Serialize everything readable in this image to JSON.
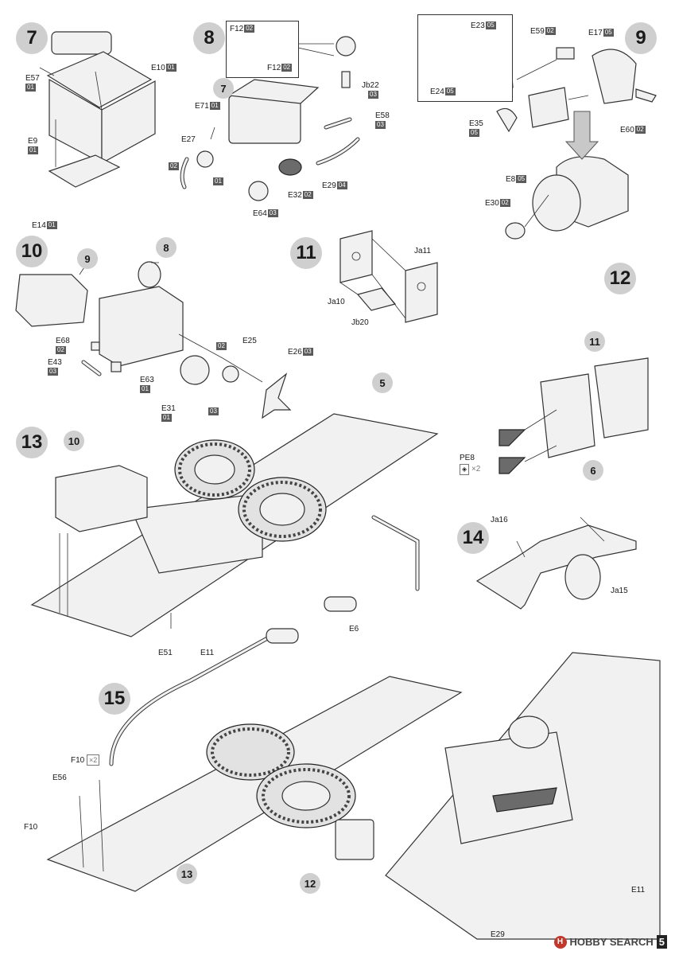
{
  "steps": [
    "7",
    "8",
    "9",
    "10",
    "11",
    "12",
    "13",
    "14",
    "15"
  ],
  "subrefs": {
    "s8_sub7": "7",
    "s10_sub9": "9",
    "s10_sub8": "8",
    "s12_sub11": "11",
    "s12_sub6": "6",
    "s13_sub5": "5",
    "s13_sub10": "10",
    "s15_sub13": "13",
    "s15_sub12": "12"
  },
  "labels": {
    "s7": [
      {
        "part": "E57",
        "badge": "01"
      },
      {
        "part": "E10",
        "badge": "01"
      },
      {
        "part": "E9",
        "badge": "01"
      },
      {
        "part": "E14",
        "badge": "01"
      }
    ],
    "s8": [
      {
        "part": "F12",
        "badge": "02"
      },
      {
        "part": "F12",
        "badge": "02"
      },
      {
        "part": "Jb22",
        "badge": "03"
      },
      {
        "part": "E71",
        "badge": "01"
      },
      {
        "part": "E58",
        "badge": "03"
      },
      {
        "part": "E27",
        "badge": ""
      },
      {
        "part": "",
        "badge": "02"
      },
      {
        "part": "",
        "badge": "01"
      },
      {
        "part": "E29",
        "badge": "04"
      },
      {
        "part": "E32",
        "badge": "02"
      },
      {
        "part": "E64",
        "badge": "03"
      }
    ],
    "s9": [
      {
        "part": "E23",
        "badge": "05"
      },
      {
        "part": "E59",
        "badge": "02"
      },
      {
        "part": "E17",
        "badge": "05"
      },
      {
        "part": "E24",
        "badge": "05"
      },
      {
        "part": "E35",
        "badge": ""
      },
      {
        "part": "",
        "badge": "05"
      },
      {
        "part": "E60",
        "badge": "02"
      },
      {
        "part": "E8",
        "badge": "05"
      },
      {
        "part": "E30",
        "badge": "02"
      }
    ],
    "s10": [
      {
        "part": "E68",
        "badge": ""
      },
      {
        "part": "",
        "badge": "02"
      },
      {
        "part": "E43",
        "badge": ""
      },
      {
        "part": "",
        "badge": "03"
      },
      {
        "part": "E63",
        "badge": ""
      },
      {
        "part": "",
        "badge": "01"
      },
      {
        "part": "E25",
        "badge": ""
      },
      {
        "part": "",
        "badge": "02"
      },
      {
        "part": "E26",
        "badge": "03"
      },
      {
        "part": "E31",
        "badge": ""
      },
      {
        "part": "",
        "badge": "01"
      },
      {
        "part": "",
        "badge": "03"
      }
    ],
    "s11": [
      {
        "part": "Ja11",
        "badge": ""
      },
      {
        "part": "Ja10",
        "badge": ""
      },
      {
        "part": "Jb20",
        "badge": ""
      }
    ],
    "s12": [
      {
        "part": "PE8",
        "badge": ""
      },
      {
        "part": "×2",
        "badge": ""
      }
    ],
    "s13": [
      {
        "part": "E51",
        "badge": ""
      },
      {
        "part": "E11",
        "badge": ""
      },
      {
        "part": "E6",
        "badge": ""
      }
    ],
    "s14": [
      {
        "part": "Ja16",
        "badge": ""
      },
      {
        "part": "Ja15",
        "badge": ""
      }
    ],
    "s15": [
      {
        "part": "F10",
        "badge": ""
      },
      {
        "part": "×2",
        "badge": ""
      },
      {
        "part": "E56",
        "badge": ""
      },
      {
        "part": "F10",
        "badge": ""
      },
      {
        "part": "E11",
        "badge": ""
      },
      {
        "part": "E29",
        "badge": ""
      }
    ]
  },
  "watermark": {
    "brand": "HOBBY SEARCH",
    "icon": "H",
    "page": "5"
  }
}
